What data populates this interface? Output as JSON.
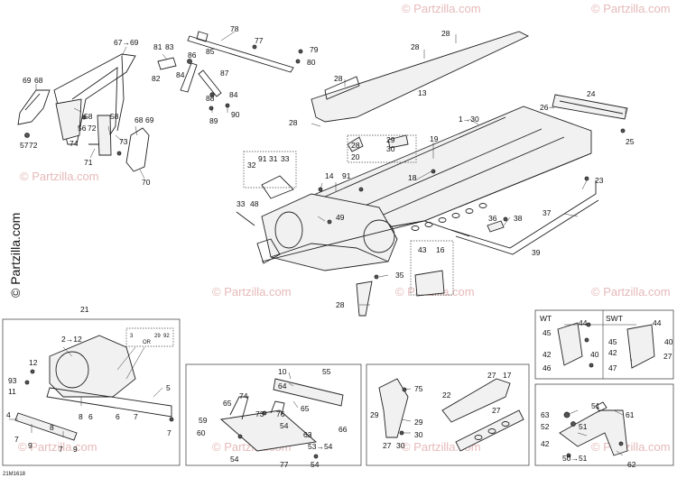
{
  "watermark": {
    "brand": "© Partzilla.com",
    "repeat_text": "© Partzilla.com"
  },
  "diagram_code": "21M1618",
  "insets": {
    "wt_title": "WT",
    "swt_title": "SWT",
    "or_text": "OR"
  },
  "callouts": [
    {
      "id": "c1",
      "text": "67→69"
    },
    {
      "id": "c2",
      "text": "69"
    },
    {
      "id": "c3",
      "text": "68"
    },
    {
      "id": "c4",
      "text": "58"
    },
    {
      "id": "c5",
      "text": "56"
    },
    {
      "id": "c6",
      "text": "72"
    },
    {
      "id": "c7",
      "text": "58"
    },
    {
      "id": "c8",
      "text": "57"
    },
    {
      "id": "c9",
      "text": "72"
    },
    {
      "id": "c10",
      "text": "74"
    },
    {
      "id": "c11",
      "text": "71"
    },
    {
      "id": "c12",
      "text": "73"
    },
    {
      "id": "c13",
      "text": "68"
    },
    {
      "id": "c14",
      "text": "69"
    },
    {
      "id": "c15",
      "text": "70"
    },
    {
      "id": "c16",
      "text": "81"
    },
    {
      "id": "c17",
      "text": "83"
    },
    {
      "id": "c18",
      "text": "82"
    },
    {
      "id": "c19",
      "text": "85"
    },
    {
      "id": "c20",
      "text": "86"
    },
    {
      "id": "c21",
      "text": "87"
    },
    {
      "id": "c22",
      "text": "84"
    },
    {
      "id": "c23",
      "text": "88"
    },
    {
      "id": "c24",
      "text": "84"
    },
    {
      "id": "c25",
      "text": "89"
    },
    {
      "id": "c26",
      "text": "90"
    },
    {
      "id": "c27",
      "text": "78"
    },
    {
      "id": "c28",
      "text": "77"
    },
    {
      "id": "c29",
      "text": "79"
    },
    {
      "id": "c30",
      "text": "80"
    },
    {
      "id": "c31",
      "text": "28"
    },
    {
      "id": "c32",
      "text": "28"
    },
    {
      "id": "c33",
      "text": "28"
    },
    {
      "id": "c34",
      "text": "13"
    },
    {
      "id": "c35",
      "text": "24"
    },
    {
      "id": "c36",
      "text": "26"
    },
    {
      "id": "c37",
      "text": "28"
    },
    {
      "id": "c38",
      "text": "25"
    },
    {
      "id": "c39",
      "text": "1→30"
    },
    {
      "id": "c40",
      "text": "28"
    },
    {
      "id": "c41",
      "text": "20"
    },
    {
      "id": "c42",
      "text": "29"
    },
    {
      "id": "c43",
      "text": "30"
    },
    {
      "id": "c44",
      "text": "19"
    },
    {
      "id": "c45",
      "text": "18"
    },
    {
      "id": "c46",
      "text": "91"
    },
    {
      "id": "c47",
      "text": "14"
    },
    {
      "id": "c48",
      "text": "91"
    },
    {
      "id": "c49",
      "text": "31"
    },
    {
      "id": "c50",
      "text": "33"
    },
    {
      "id": "c51",
      "text": "32"
    },
    {
      "id": "c52",
      "text": "33"
    },
    {
      "id": "c53",
      "text": "48"
    },
    {
      "id": "c54",
      "text": "49"
    },
    {
      "id": "c55",
      "text": "23"
    },
    {
      "id": "c56",
      "text": "37"
    },
    {
      "id": "c57",
      "text": "36"
    },
    {
      "id": "c58",
      "text": "38"
    },
    {
      "id": "c59",
      "text": "39"
    },
    {
      "id": "c60",
      "text": "35"
    },
    {
      "id": "c61",
      "text": "43"
    },
    {
      "id": "c62",
      "text": "16"
    },
    {
      "id": "c63",
      "text": "28"
    },
    {
      "id": "c64",
      "text": "21"
    },
    {
      "id": "c65",
      "text": "2→12"
    },
    {
      "id": "c66",
      "text": "3"
    },
    {
      "id": "c67",
      "text": "29"
    },
    {
      "id": "c68",
      "text": "92"
    },
    {
      "id": "c69",
      "text": "93"
    },
    {
      "id": "c70",
      "text": "11"
    },
    {
      "id": "c71",
      "text": "12"
    },
    {
      "id": "c72",
      "text": "5"
    },
    {
      "id": "c73",
      "text": "4"
    },
    {
      "id": "c74",
      "text": "7"
    },
    {
      "id": "c75",
      "text": "9"
    },
    {
      "id": "c76",
      "text": "8"
    },
    {
      "id": "c77",
      "text": "7"
    },
    {
      "id": "c78",
      "text": "9"
    },
    {
      "id": "c79",
      "text": "8"
    },
    {
      "id": "c80",
      "text": "6"
    },
    {
      "id": "c81",
      "text": "7"
    },
    {
      "id": "c82",
      "text": "6"
    },
    {
      "id": "c83",
      "text": "7"
    },
    {
      "id": "c84",
      "text": "10"
    },
    {
      "id": "c85",
      "text": "55"
    },
    {
      "id": "c86",
      "text": "64"
    },
    {
      "id": "c87",
      "text": "65"
    },
    {
      "id": "c88",
      "text": "66"
    },
    {
      "id": "c89",
      "text": "65"
    },
    {
      "id": "c90",
      "text": "74"
    },
    {
      "id": "c91",
      "text": "59"
    },
    {
      "id": "c92",
      "text": "73"
    },
    {
      "id": "c93",
      "text": "76"
    },
    {
      "id": "c94",
      "text": "60"
    },
    {
      "id": "c95",
      "text": "54"
    },
    {
      "id": "c96",
      "text": "63"
    },
    {
      "id": "c97",
      "text": "53→54"
    },
    {
      "id": "c98",
      "text": "54"
    },
    {
      "id": "c99",
      "text": "77"
    },
    {
      "id": "c100",
      "text": "54"
    },
    {
      "id": "c101",
      "text": "75"
    },
    {
      "id": "c102",
      "text": "27"
    },
    {
      "id": "c103",
      "text": "17"
    },
    {
      "id": "c104",
      "text": "29"
    },
    {
      "id": "c105",
      "text": "22"
    },
    {
      "id": "c106",
      "text": "29"
    },
    {
      "id": "c107",
      "text": "30"
    },
    {
      "id": "c108",
      "text": "27"
    },
    {
      "id": "c109",
      "text": "27"
    },
    {
      "id": "c110",
      "text": "30"
    },
    {
      "id": "c111",
      "text": "27"
    },
    {
      "id": "c112",
      "text": "44"
    },
    {
      "id": "c113",
      "text": "45"
    },
    {
      "id": "c114",
      "text": "42"
    },
    {
      "id": "c115",
      "text": "40"
    },
    {
      "id": "c116",
      "text": "46"
    },
    {
      "id": "c117",
      "text": "44"
    },
    {
      "id": "c118",
      "text": "40"
    },
    {
      "id": "c119",
      "text": "42"
    },
    {
      "id": "c120",
      "text": "45"
    },
    {
      "id": "c121",
      "text": "47"
    },
    {
      "id": "c122",
      "text": "51"
    },
    {
      "id": "c123",
      "text": "63"
    },
    {
      "id": "c124",
      "text": "61"
    },
    {
      "id": "c125",
      "text": "52"
    },
    {
      "id": "c126",
      "text": "51"
    },
    {
      "id": "c127",
      "text": "42"
    },
    {
      "id": "c128",
      "text": "50→51"
    },
    {
      "id": "c129",
      "text": "62"
    }
  ]
}
